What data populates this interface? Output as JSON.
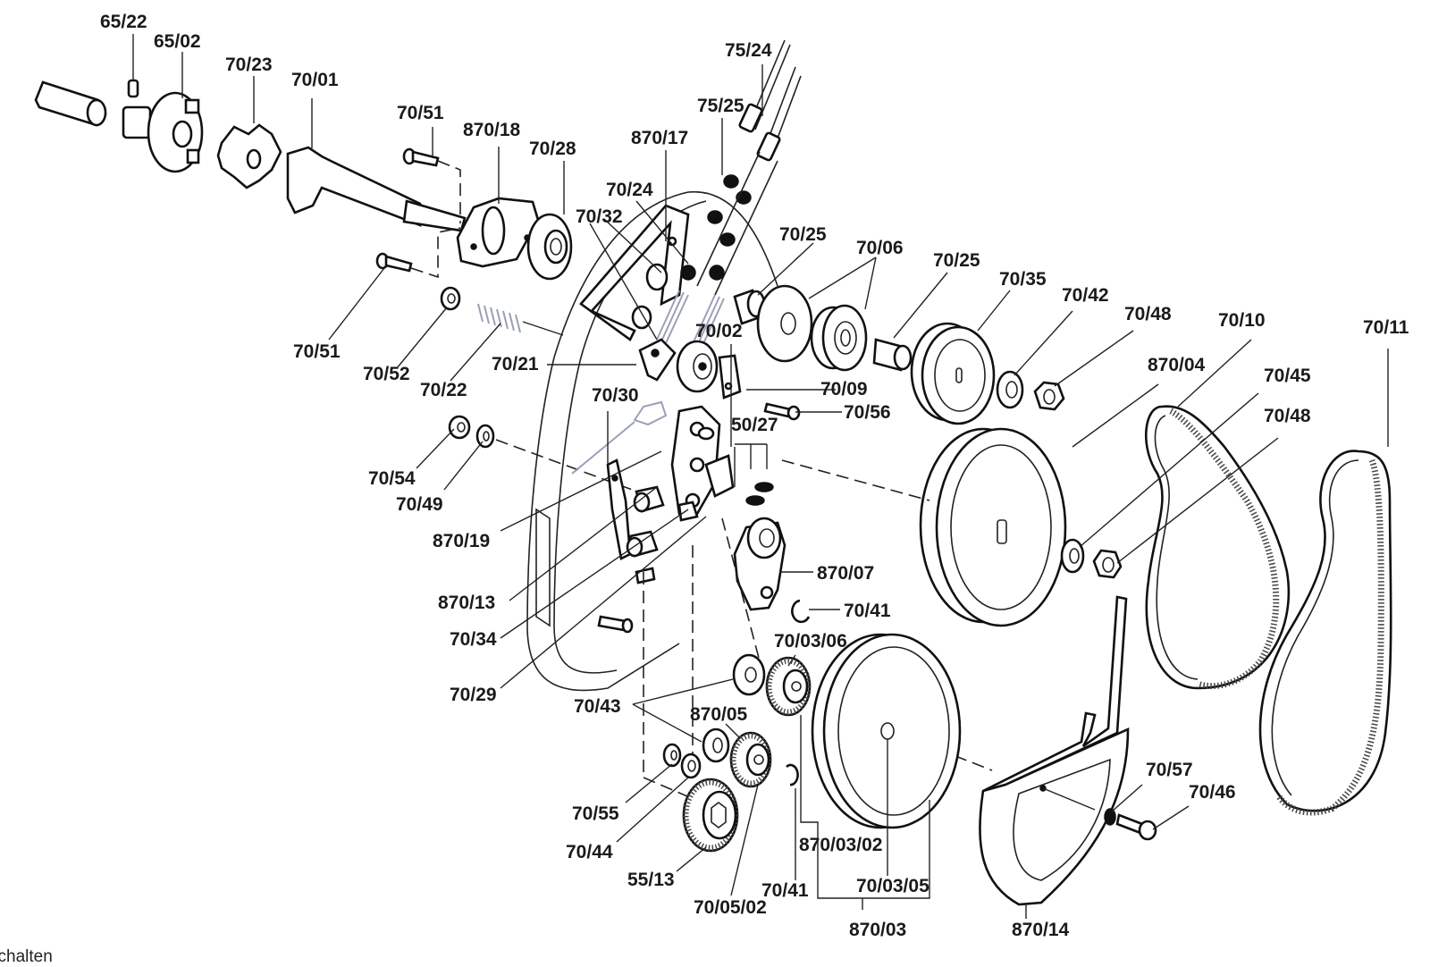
{
  "diagram": {
    "type": "exploded-parts-diagram",
    "footer_text": "schalten",
    "labels": [
      {
        "id": "65-22",
        "text": "65/22"
      },
      {
        "id": "65-02",
        "text": "65/02"
      },
      {
        "id": "70-23",
        "text": "70/23"
      },
      {
        "id": "70-01",
        "text": "70/01"
      },
      {
        "id": "70-51-top",
        "text": "70/51"
      },
      {
        "id": "870-18",
        "text": "870/18"
      },
      {
        "id": "70-28",
        "text": "70/28"
      },
      {
        "id": "870-17",
        "text": "870/17"
      },
      {
        "id": "75-24",
        "text": "75/24"
      },
      {
        "id": "75-25",
        "text": "75/25"
      },
      {
        "id": "70-24",
        "text": "70/24"
      },
      {
        "id": "70-32",
        "text": "70/32"
      },
      {
        "id": "70-25-a",
        "text": "70/25"
      },
      {
        "id": "70-06",
        "text": "70/06"
      },
      {
        "id": "70-25-b",
        "text": "70/25"
      },
      {
        "id": "70-35",
        "text": "70/35"
      },
      {
        "id": "70-42",
        "text": "70/42"
      },
      {
        "id": "70-48-a",
        "text": "70/48"
      },
      {
        "id": "70-10",
        "text": "70/10"
      },
      {
        "id": "70-11",
        "text": "70/11"
      },
      {
        "id": "870-04",
        "text": "870/04"
      },
      {
        "id": "70-45",
        "text": "70/45"
      },
      {
        "id": "70-48-b",
        "text": "70/48"
      },
      {
        "id": "70-51-bottom",
        "text": "70/51"
      },
      {
        "id": "70-52",
        "text": "70/52"
      },
      {
        "id": "70-22",
        "text": "70/22"
      },
      {
        "id": "70-21",
        "text": "70/21"
      },
      {
        "id": "70-02",
        "text": "70/02"
      },
      {
        "id": "70-09",
        "text": "70/09"
      },
      {
        "id": "70-56",
        "text": "70/56"
      },
      {
        "id": "70-30",
        "text": "70/30"
      },
      {
        "id": "50-27",
        "text": "50/27"
      },
      {
        "id": "70-54",
        "text": "70/54"
      },
      {
        "id": "70-49",
        "text": "70/49"
      },
      {
        "id": "870-19",
        "text": "870/19"
      },
      {
        "id": "870-07",
        "text": "870/07"
      },
      {
        "id": "70-41-a",
        "text": "70/41"
      },
      {
        "id": "870-13",
        "text": "870/13"
      },
      {
        "id": "70-34",
        "text": "70/34"
      },
      {
        "id": "70-03-06",
        "text": "70/03/06"
      },
      {
        "id": "70-29",
        "text": "70/29"
      },
      {
        "id": "70-43",
        "text": "70/43"
      },
      {
        "id": "870-05",
        "text": "870/05"
      },
      {
        "id": "70-55",
        "text": "70/55"
      },
      {
        "id": "70-44",
        "text": "70/44"
      },
      {
        "id": "55-13",
        "text": "55/13"
      },
      {
        "id": "70-05-02",
        "text": "70/05/02"
      },
      {
        "id": "70-41-b",
        "text": "70/41"
      },
      {
        "id": "870-03-02",
        "text": "870/03/02"
      },
      {
        "id": "70-03-05",
        "text": "70/03/05"
      },
      {
        "id": "870-03",
        "text": "870/03"
      },
      {
        "id": "870-14",
        "text": "870/14"
      },
      {
        "id": "70-57",
        "text": "70/57"
      },
      {
        "id": "70-46",
        "text": "70/46"
      }
    ]
  }
}
